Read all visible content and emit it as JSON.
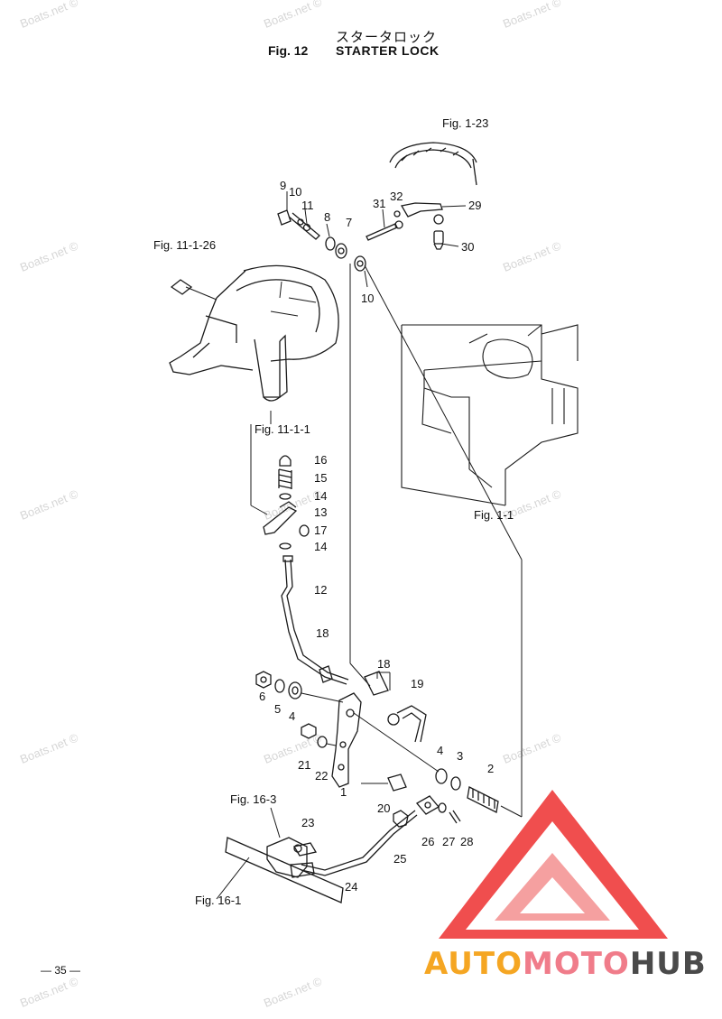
{
  "header": {
    "japanese_title": "スタータロック",
    "fig_number": "Fig. 12",
    "title": "STARTER LOCK"
  },
  "page_number": "— 35 —",
  "watermark": "Boats.net ©",
  "logo": {
    "part1": "AUTO",
    "part2": "MOTO",
    "part3": "HUB"
  },
  "figure_refs": {
    "fig_1_23": "Fig. 1-23",
    "fig_11_1_26": "Fig. 11-1-26",
    "fig_11_1_1": "Fig. 11-1-1",
    "fig_1_1": "Fig. 1-1",
    "fig_16_3": "Fig. 16-3",
    "fig_16_1": "Fig. 16-1"
  },
  "callouts": {
    "c9": "9",
    "c10a": "10",
    "c11": "11",
    "c8": "8",
    "c7": "7",
    "c31": "31",
    "c32": "32",
    "c29": "29",
    "c30": "30",
    "c10b": "10",
    "c16": "16",
    "c15": "15",
    "c14a": "14",
    "c13": "13",
    "c17": "17",
    "c14b": "14",
    "c12": "12",
    "c18a": "18",
    "c18b": "18",
    "c19": "19",
    "c6": "6",
    "c5": "5",
    "c4a": "4",
    "c21": "21",
    "c22": "22",
    "c1": "1",
    "c4b": "4",
    "c3": "3",
    "c2": "2",
    "c20": "20",
    "c23": "23",
    "c26": "26",
    "c27": "27",
    "c28": "28",
    "c25": "25",
    "c24": "24"
  },
  "colors": {
    "line": "#1a1a1a",
    "logo_red": "#ee3b3b",
    "logo_pink": "#f5a0a0",
    "watermark": "#d6d6d6"
  }
}
